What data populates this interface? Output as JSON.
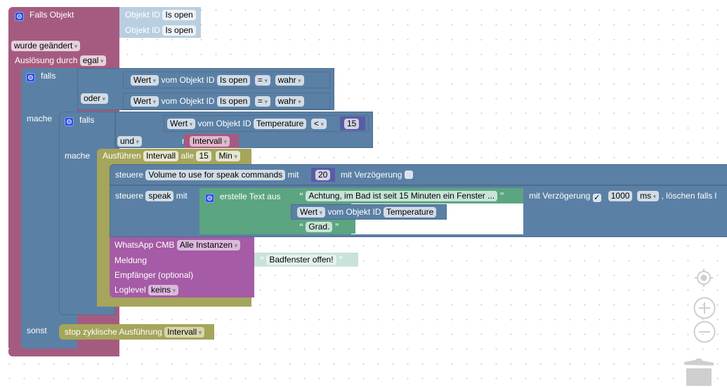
{
  "trigger": {
    "title": "Falls Objekt",
    "object_id_label": "Objekt ID",
    "object_ids": [
      "Is open",
      "Is open"
    ],
    "change_mode": "wurde geändert",
    "triggered_by_label": "Auslösung durch",
    "triggered_by": "egal"
  },
  "if1": {
    "label": "falls",
    "do_label": "mache",
    "else_label": "sonst",
    "conditions": [
      {
        "value": "Wert",
        "of_object": "vom Objekt ID",
        "object": "Is open",
        "op": "=",
        "compare": "wahr"
      },
      {
        "connector": "oder",
        "value": "Wert",
        "of_object": "vom Objekt ID",
        "object": "Is open",
        "op": "=",
        "compare": "wahr"
      }
    ]
  },
  "if2": {
    "label": "falls",
    "do_label": "mache",
    "condition": {
      "value": "Wert",
      "of_object": "vom Objekt ID",
      "object": "Temperature",
      "op": "<",
      "compare": "15"
    },
    "connector": "und",
    "not_label": "nicht",
    "not_var": "Intervall"
  },
  "interval": {
    "label": "Ausführen",
    "var": "Intervall",
    "every_label": "alle",
    "amount": "15",
    "unit": "Min"
  },
  "control1": {
    "label": "steuere",
    "target": "Volume to use for speak commands",
    "with_label": "mit",
    "value": "20",
    "delay_label": "mit Verzögerung",
    "delay_checked": false
  },
  "control2": {
    "label": "steuere",
    "target": "speak",
    "with_label": "mit",
    "join_label": "erstelle Text aus",
    "text1": "Achtung, im Bad ist seit 15 Minuten ein Fenster ...",
    "text_value": "Wert",
    "text_of_object": "vom Objekt ID",
    "text_object": "Temperature",
    "text2": "Grad.",
    "delay_label": "mit Verzögerung",
    "delay_checked": true,
    "delay_check_glyph": "✓",
    "delay_value": "1000",
    "delay_unit": "ms",
    "clear_label": ", löschen falls l"
  },
  "whatsapp": {
    "title": "WhatsApp CMB",
    "instance": "Alle Instanzen",
    "message_label": "Meldung",
    "message": "Badfenster offen!",
    "recipient_label": "Empfänger (optional)",
    "loglevel_label": "Loglevel",
    "loglevel": "keins"
  },
  "stop": {
    "label": "stop zyklische Ausführung",
    "var": "Intervall"
  },
  "quote_open": "“",
  "quote_close": "”",
  "controls": {
    "center_icon": "crosshair-icon",
    "zoom_in_icon": "zoom-in-icon",
    "zoom_out_icon": "zoom-out-icon",
    "trash_icon": "trash-icon"
  }
}
